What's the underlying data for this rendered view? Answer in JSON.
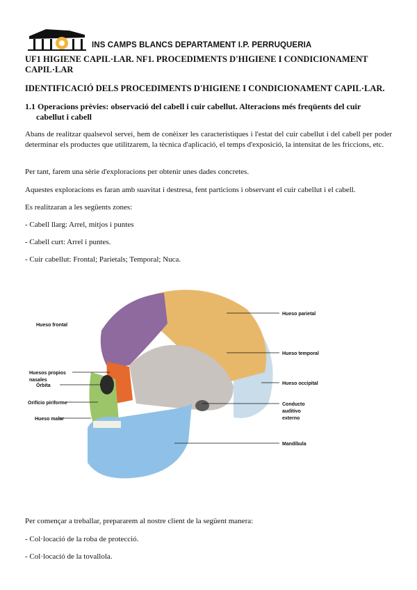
{
  "header": {
    "school": "INS CAMPS BLANCS  DEPARTAMENT I.P. PERRUQUERIA",
    "unit_title": "UF1 HIGIENE CAPIL·LAR. NF1.  PROCEDIMENTS D'HIGIENE I CONDICIONAMENT CAPIL·LAR",
    "section_title": "IDENTIFICACIÓ DELS PROCEDIMENTS D'HIGIENE I CONDICIONAMENT CAPIL·LAR."
  },
  "subsection": {
    "title_line1": "1.1 Operacions prèvies: observació del cabell i cuir cabellut. Alteracions més freqüents del cuir",
    "title_line2": "cabellut i cabell"
  },
  "paragraphs": {
    "p1": "Abans de realitzar qualsevol servei, hem de conèixer les característiques i l'estat del cuir cabellut i del cabell  per poder determinar els productes que utilitzarem, la tècnica d'aplicació, el temps d'exposició, la intensitat de les friccions, etc.",
    "p2": "Per tant, farem una sèrie d'exploracions per obtenir unes dades concretes.",
    "p3": "Aquestes exploracions es faran amb suavitat i destresa, fent particions i observant el cuir cabellut  i el cabell.",
    "p4": "Es realitzaran a les següents zones:",
    "p5": "- Cabell llarg:  Arrel, mitjos i puntes",
    "p6": "- Cabell curt:  Arrel i puntes.",
    "p7": "- Cuir cabellut:  Frontal; Parietals; Temporal; Nuca.",
    "p8": "Per començar a treballar, prepararem al nostre client de la següent manera:",
    "p9": "- Col·locació de la roba de protecció.",
    "p10": "- Col·locació de la tovallola."
  },
  "figure": {
    "labels": {
      "frontal": "Hueso frontal",
      "parietal": "Hueso parietal",
      "temporal": "Hueso temporal",
      "occipital": "Hueso occipital",
      "propios_1": "Huesos propios",
      "propios_2": "nasales",
      "orbita": "Órbita",
      "piriforme": "Orificio piriforme",
      "malar": "Hueso malar",
      "conducto_1": "Conducto",
      "conducto_2": "auditivo",
      "conducto_3": "externo",
      "mandibula": "Mandíbula"
    },
    "colors": {
      "frontal": "#8e6a9e",
      "parietal": "#e8b86a",
      "temporal": "#c9c3c0",
      "occipital": "#c9dcea",
      "mandible": "#8fc1e8",
      "maxilla": "#9cc56a",
      "nasal": "#e66a2e",
      "teeth": "#f2f0e6"
    }
  }
}
